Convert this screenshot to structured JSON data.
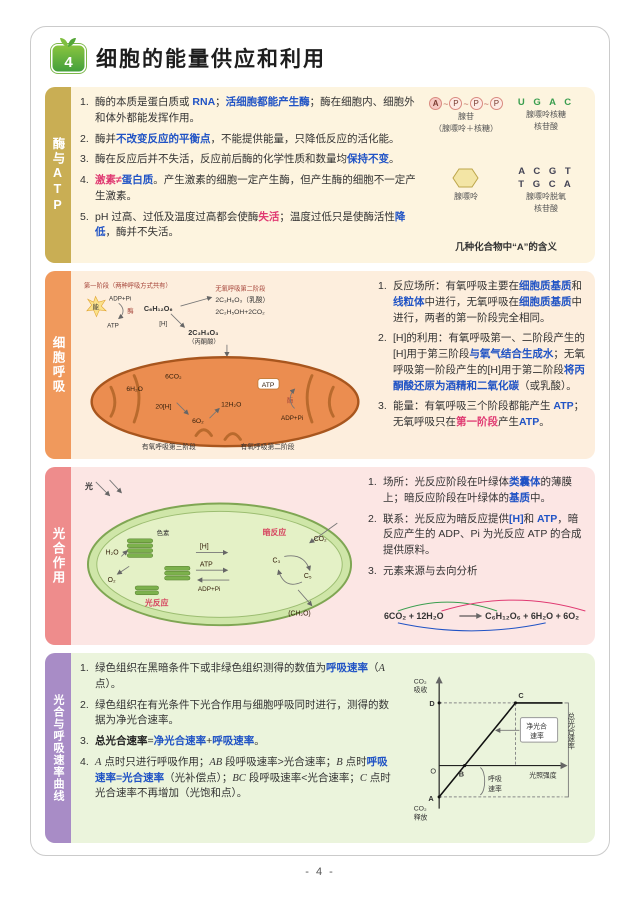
{
  "page": {
    "footer": "- 4 -"
  },
  "header": {
    "badge": "4",
    "title": "细胞的能量供应和利用"
  },
  "sec1": {
    "sidebar": "酶与ATP",
    "items": [
      {
        "n": "1.",
        "segs": [
          {
            "t": "酶的本质是蛋白质或 "
          },
          {
            "t": "RNA",
            "c": "blue"
          },
          {
            "t": "；"
          },
          {
            "t": "活细胞都能产生酶",
            "c": "blue"
          },
          {
            "t": "；酶在细胞内、细胞外和体外都能发挥作用。"
          }
        ]
      },
      {
        "n": "2.",
        "segs": [
          {
            "t": "酶并"
          },
          {
            "t": "不改变反应的平衡点",
            "c": "blue"
          },
          {
            "t": "，不能提供能量，只降低反应的活化能。"
          }
        ]
      },
      {
        "n": "3.",
        "segs": [
          {
            "t": "酶在反应后并不失活，反应前后酶的化学性质和数量均"
          },
          {
            "t": "保持不变",
            "c": "blue"
          },
          {
            "t": "。"
          }
        ]
      },
      {
        "n": "4.",
        "segs": [
          {
            "t": "激素",
            "c": "red"
          },
          {
            "t": "≠",
            "c": "red"
          },
          {
            "t": "蛋白质",
            "c": "blue"
          },
          {
            "t": "。产生激素的细胞一定产生酶，但产生酶的细胞不一定产生激素。"
          }
        ]
      },
      {
        "n": "5.",
        "segs": [
          {
            "t": "pH 过高、过低及温度过高都会使酶"
          },
          {
            "t": "失活",
            "c": "red"
          },
          {
            "t": "；温度过低只是使酶活性"
          },
          {
            "t": "降低",
            "c": "blue"
          },
          {
            "t": "，酶并不失活。"
          }
        ]
      }
    ],
    "diagram": {
      "a": "A",
      "p": "P",
      "tilde": "~",
      "adenosine": "腺苷",
      "adenosine_note": "（腺嘌呤＋核糖）",
      "rna_letters": "U G A C",
      "rna_label1": "腺嘌呤核糖",
      "rna_label2": "核苷酸",
      "adenine": "腺嘌呤",
      "dna_letters1": "A C G T",
      "dna_letters2": "T G C A",
      "dna_label1": "腺嘌呤脱氧",
      "dna_label2": "核苷酸",
      "caption": "几种化合物中“A”的含义"
    }
  },
  "sec2": {
    "sidebar": "细胞呼吸",
    "items": [
      {
        "n": "1.",
        "segs": [
          {
            "t": "反应场所：有氧呼吸主要在"
          },
          {
            "t": "细胞质基质",
            "c": "blue"
          },
          {
            "t": "和"
          },
          {
            "t": "线粒体",
            "c": "blue"
          },
          {
            "t": "中进行，无氧呼吸在"
          },
          {
            "t": "细胞质基质",
            "c": "blue"
          },
          {
            "t": "中进行，两者的第一阶段完全相同。"
          }
        ]
      },
      {
        "n": "2.",
        "segs": [
          {
            "t": "[H]的利用：有氧呼吸第一、二阶段产生的[H]用于第三阶段"
          },
          {
            "t": "与氧气结合生成水",
            "c": "blue"
          },
          {
            "t": "；无氧呼吸第一阶段产生的[H]用于第二阶段"
          },
          {
            "t": "将丙酮酸还原为酒精和二氧化碳",
            "c": "blue"
          },
          {
            "t": "（或乳酸）。"
          }
        ]
      },
      {
        "n": "3.",
        "segs": [
          {
            "t": "能量：有氧呼吸三个阶段都能产生 "
          },
          {
            "t": "ATP",
            "c": "blue"
          },
          {
            "t": "；无氧呼吸只在"
          },
          {
            "t": "第一阶段",
            "c": "red"
          },
          {
            "t": "产生"
          },
          {
            "t": "ATP",
            "c": "blue"
          },
          {
            "t": "。"
          }
        ]
      }
    ],
    "diagram": {
      "stage1": "第一阶段（两种呼吸方式共有）",
      "energy": "能",
      "adp": "ADP+Pi",
      "enzyme": "酶",
      "atp": "ATP",
      "glucose": "C₆H₁₂O₆",
      "anaer2": "无氧呼吸第二阶段",
      "lactate": "2C₃H₆O₃（乳酸）",
      "ethanol": "2C₂H₅OH+2CO₂",
      "h": "[H]",
      "pyruvate": "2C₃H₄O₃",
      "pyruvate_name": "（丙酮酸）",
      "w1": "6H₂O",
      "co2": "6CO₂",
      "h20": "20[H]",
      "o2": "6O₂",
      "w2": "12H₂O",
      "atp2": "ATP",
      "enzyme2": "酶",
      "adp2": "ADP+Pi",
      "aer3": "有氧呼吸第三阶段",
      "aer2": "有氧呼吸第二阶段"
    }
  },
  "sec3": {
    "sidebar": "光合作用",
    "items": [
      {
        "n": "1.",
        "segs": [
          {
            "t": "场所：光反应阶段在叶绿体"
          },
          {
            "t": "类囊体",
            "c": "blue"
          },
          {
            "t": "的薄膜上；暗反应阶段在叶绿体的"
          },
          {
            "t": "基质",
            "c": "blue"
          },
          {
            "t": "中。"
          }
        ]
      },
      {
        "n": "2.",
        "segs": [
          {
            "t": "联系：光反应为暗反应提供"
          },
          {
            "t": "[H]",
            "c": "blue"
          },
          {
            "t": "和 "
          },
          {
            "t": "ATP",
            "c": "blue"
          },
          {
            "t": "，暗反应产生的 ADP、Pi 为光反应 ATP 的合成提供原料。"
          }
        ]
      },
      {
        "n": "3.",
        "segs": [
          {
            "t": "元素来源与去向分析"
          }
        ]
      }
    ],
    "diagram": {
      "light": "光",
      "pigment": "色素",
      "h2o": "H₂O",
      "o2": "O₂",
      "h": "[H]",
      "atp": "ATP",
      "adp": "ADP+Pi",
      "light_rx": "光反应",
      "dark_rx": "暗反应",
      "co2": "CO₂",
      "c3": "C₃",
      "c5": "C₅",
      "ch2o": "(CH₂O)"
    },
    "equation": {
      "left": "6CO₂ + 12H₂O",
      "right": "C₆H₁₂O₆ + 6H₂O + 6O₂"
    }
  },
  "sec4": {
    "sidebar": "光合与呼吸速率曲线",
    "items": [
      {
        "n": "1.",
        "segs": [
          {
            "t": "绿色组织在黑暗条件下或非绿色组织测得的数值为"
          },
          {
            "t": "呼吸速率",
            "c": "blue"
          },
          {
            "t": "（"
          },
          {
            "t": "A",
            "c": "it"
          },
          {
            "t": " 点）。"
          }
        ]
      },
      {
        "n": "2.",
        "segs": [
          {
            "t": "绿色组织在有光条件下光合作用与细胞呼吸同时进行，测得的数据为净光合速率。"
          }
        ]
      },
      {
        "n": "3.",
        "segs": [
          {
            "t": "总光合速率",
            "c": "bold"
          },
          {
            "t": "="
          },
          {
            "t": "净光合速率",
            "c": "blue"
          },
          {
            "t": "+"
          },
          {
            "t": "呼吸速率",
            "c": "blue"
          },
          {
            "t": "。"
          }
        ]
      },
      {
        "n": "4.",
        "segs": [
          {
            "t": "A",
            "c": "it"
          },
          {
            "t": " 点时只进行呼吸作用；"
          },
          {
            "t": "AB",
            "c": "it"
          },
          {
            "t": " 段呼吸速率>光合速率；"
          },
          {
            "t": "B",
            "c": "it"
          },
          {
            "t": " 点时"
          },
          {
            "t": "呼吸速率=光合速率",
            "c": "blue"
          },
          {
            "t": "（光补偿点）；"
          },
          {
            "t": "BC",
            "c": "it"
          },
          {
            "t": " 段呼吸速率<光合速率；"
          },
          {
            "t": "C",
            "c": "it"
          },
          {
            "t": " 点时光合速率不再增加（光饱和点）。"
          }
        ]
      }
    ],
    "graph": {
      "y1": "CO₂",
      "y2": "吸收",
      "y3": "CO₂",
      "y4": "释放",
      "x": "光照强度",
      "o": "O",
      "a": "A",
      "b": "B",
      "c": "C",
      "d": "D",
      "net1": "净光合",
      "net2": "速率",
      "total": "总光合速率",
      "resp1": "呼吸",
      "resp2": "速率"
    }
  }
}
